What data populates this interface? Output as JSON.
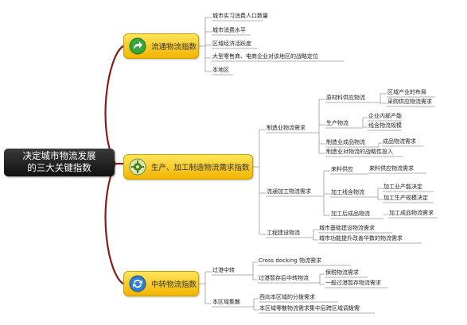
{
  "root": {
    "line1": "决定城市物流发展",
    "line2": "的三大关键指数"
  },
  "main1": {
    "label": "流通物流指数",
    "icon": "forward-arrow-icon"
  },
  "main2": {
    "label": "生产、加工制造物流需求指数",
    "icon": "gear-icon"
  },
  "main3": {
    "label": "中转物流指数",
    "icon": "refresh-arrows-icon"
  },
  "branch1": [
    "城市实习消费人口数量",
    "城市消费水平",
    "区域经济活跃度",
    "大型零售商、电商企业对该地区的战略定位",
    "本地区"
  ],
  "branch2": {
    "manufacturing": {
      "label": "制造业物流需求",
      "raw": {
        "label": "原材料供应物流",
        "items": [
          "区域产业的布局",
          "采购供应物流需求"
        ]
      },
      "production": {
        "label": "生产物流",
        "items": [
          "企业内部产能",
          "线含物流规模"
        ]
      },
      "finished": {
        "label": "制造业成品物流",
        "item": "成品物流需求"
      },
      "strategy": "制造业对物流的战略性投入"
    },
    "processing": {
      "label": "流通加工物流需求",
      "sources": {
        "label": "来料供应",
        "item": "来料供应物流需求"
      },
      "links": {
        "label": "加工线含物流",
        "items": [
          "加工业产能决定",
          "加工生产规模决定"
        ]
      },
      "post": {
        "label": "加工后成品物流",
        "item": "加工成品物流需求"
      }
    },
    "engineering": {
      "label": "工程建设物流",
      "items": [
        "城市基础建设物流需求",
        "城市功能提升改善华数的物流需求"
      ]
    }
  },
  "branch3": {
    "transit": {
      "label": "过港中转",
      "cross": "Cross docking 物流需求",
      "storage": {
        "label": "过港暂存后中转物流",
        "items": [
          "保税物流需求",
          "一般过港暂存物流需求"
        ]
      }
    },
    "regional": {
      "label": "本区域集散",
      "items": [
        "西向本区域的分拨需求",
        "本区域零散物流需求集中后跨区域调拨需"
      ]
    }
  }
}
